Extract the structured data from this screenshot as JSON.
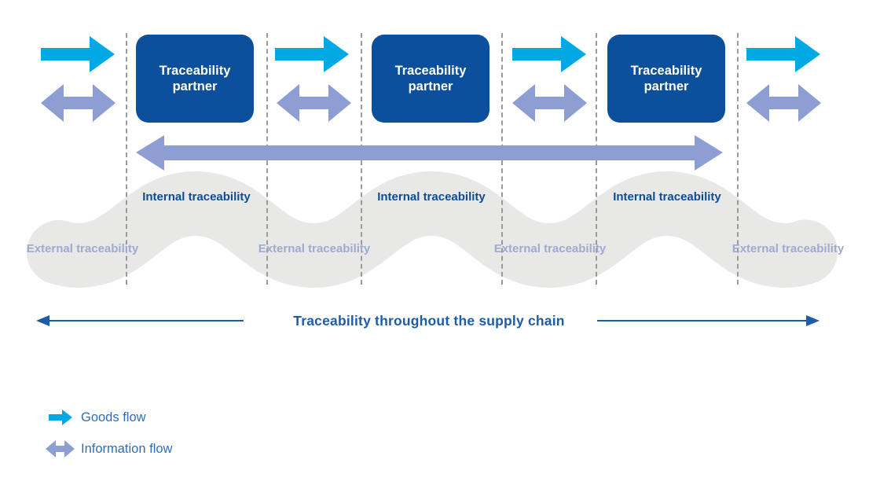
{
  "diagram": {
    "partners": [
      {
        "label": "Traceability partner"
      },
      {
        "label": "Traceability partner"
      },
      {
        "label": "Traceability partner"
      }
    ],
    "internal_labels": [
      {
        "label": "Internal traceability"
      },
      {
        "label": "Internal traceability"
      },
      {
        "label": "Internal traceability"
      }
    ],
    "external_labels": [
      {
        "label": "External traceability"
      },
      {
        "label": "External traceability"
      },
      {
        "label": "External traceability"
      },
      {
        "label": "External traceability"
      }
    ],
    "caption": "Traceability throughout the supply chain"
  },
  "legend": {
    "items": [
      {
        "icon": "goods-flow-arrow-icon",
        "label": "Goods flow"
      },
      {
        "icon": "information-flow-arrow-icon",
        "label": "Information flow"
      }
    ]
  },
  "colors": {
    "goods_flow_arrow": "#00a8e4",
    "information_flow_arrow": "#8d9fd2",
    "partner_box": "#0c4f9c",
    "partner_text": "#ffffff",
    "internal_label_text": "#0e4d94",
    "external_label_text": "#9fabd0",
    "caption_text": "#1d5ca8",
    "legend_text": "#2f6eb5",
    "wave_band": "#e8e8e6",
    "dashed_line": "#9a9a9a"
  }
}
